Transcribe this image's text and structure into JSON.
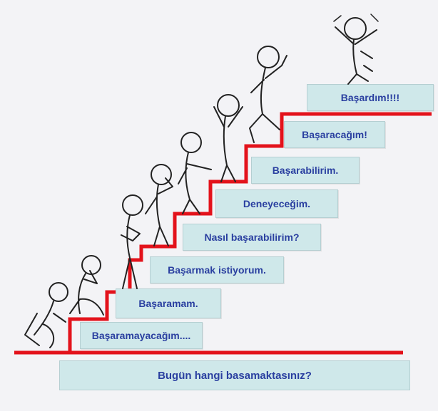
{
  "colors": {
    "stair_line": "#e3121b",
    "label_bg": "#cfe8ea",
    "label_text": "#2a3fa0"
  },
  "steps": [
    "Başaramayacağım....",
    "Başaramam.",
    "Başarmak istiyorum.",
    "Nasıl başarabilirim?",
    "Deneyeceğim.",
    "Başarabilirim.",
    "Başaracağım!",
    "Başardım!!!!"
  ],
  "question": "Bugün hangi basamaktasınız?"
}
